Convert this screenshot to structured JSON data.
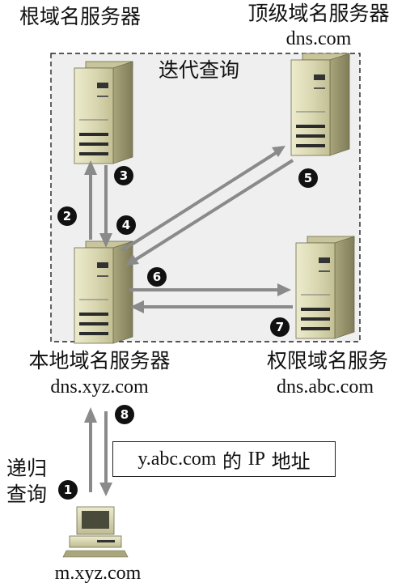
{
  "diagram": {
    "iterative_query_label": "迭代查询",
    "recursive_query_label": [
      "递归",
      "查询"
    ],
    "root_server": {
      "name": "根域名服务器"
    },
    "tld_server": {
      "name": "顶级域名服务器",
      "host": "dns.com"
    },
    "local_server": {
      "name": "本地域名服务器",
      "host": "dns.xyz.com"
    },
    "auth_server": {
      "name": "权限域名服务",
      "host": "dns.abc.com"
    },
    "client": {
      "host": "m.xyz.com"
    },
    "answer_box": {
      "domain": "y.abc.com",
      "de": " 的 ",
      "ip": "IP",
      "suffix": " 地址"
    },
    "steps": [
      "1",
      "2",
      "3",
      "4",
      "5",
      "6",
      "7",
      "8"
    ]
  }
}
